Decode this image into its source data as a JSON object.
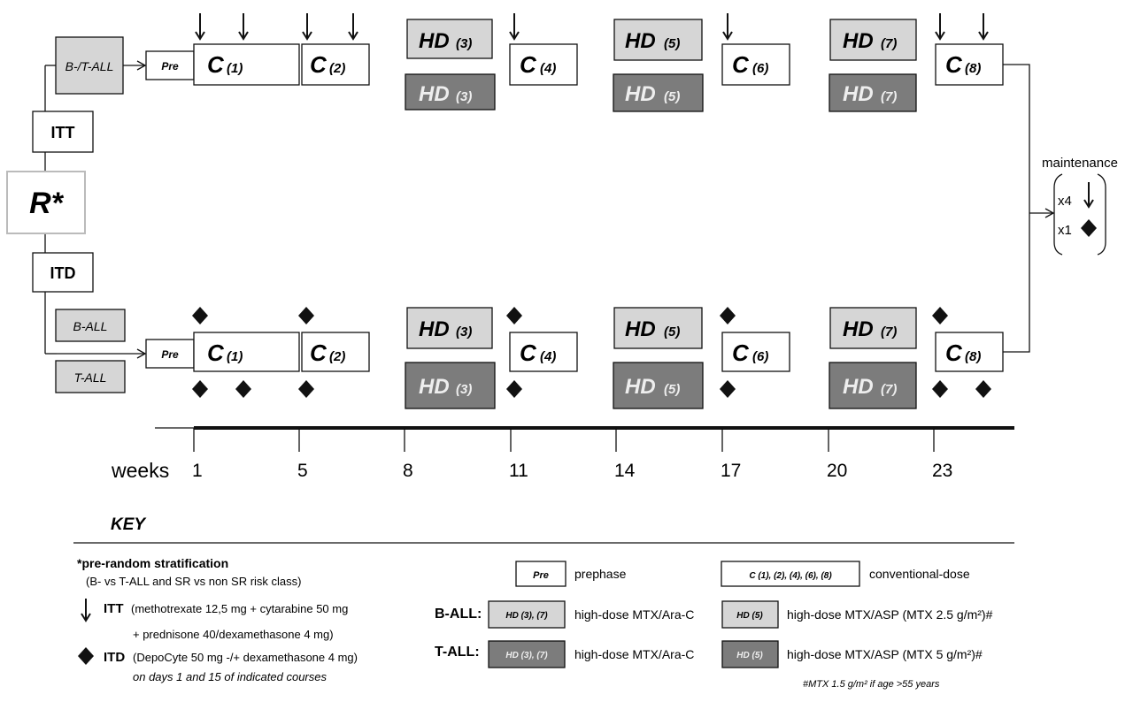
{
  "colors": {
    "light": "#d6d6d6",
    "dark": "#7c7c7c",
    "border": "#111111",
    "background": "#ffffff"
  },
  "pre_random": {
    "arm_itt": "B-/T-ALL",
    "arm_itd_b": "B-ALL",
    "arm_itd_t": "T-ALL",
    "itt": "ITT",
    "randomization": "R*",
    "itd": "ITD"
  },
  "boxes": {
    "pre": "Pre",
    "c_letter": "C",
    "hd_letter": "HD",
    "c1_num": "(1)",
    "c2_num": "(2)",
    "c4_num": "(4)",
    "c6_num": "(6)",
    "c8_num": "(8)",
    "hd3_num": "(3)",
    "hd5_num": "(5)",
    "hd7_num": "(7)"
  },
  "maintenance": {
    "label": "maintenance",
    "x4": "x4",
    "x1": "x1"
  },
  "timeline": {
    "label": "weeks",
    "ticks": [
      "1",
      "5",
      "8",
      "11",
      "14",
      "17",
      "20",
      "23"
    ]
  },
  "key": {
    "title": "KEY",
    "pre_random_title": "*pre-random stratification",
    "pre_random_desc": "(B- vs T-ALL and SR vs non SR risk class)",
    "itt_label": "ITT",
    "itt_desc_1": "(methotrexate 12,5 mg + cytarabine 50 mg",
    "itt_desc_2": "+ prednisone 40/dexamethasone 4 mg)",
    "itd_label": "ITD",
    "itd_desc_1": "(DepoCyte 50 mg -/+ dexamethasone 4 mg)",
    "itd_desc_2": "on days 1 and 15 of indicated courses",
    "pre_box": "Pre",
    "pre_desc": "prephase",
    "c_box": "C (1), (2), (4), (6), (8)",
    "c_desc": "conventional-dose",
    "b_all": "B-ALL:",
    "t_all": "T-ALL:",
    "hd37_box": "HD (3), (7)",
    "hd5_box": "HD (5)",
    "hd37_desc": "high-dose MTX/Ara-C",
    "hd5_b_desc": "high-dose MTX/ASP (MTX 2.5 g/m²)#",
    "hd5_t_desc": "high-dose MTX/ASP (MTX 5 g/m²)#",
    "footnote": "#MTX 1.5 g/m² if age >55 years"
  }
}
